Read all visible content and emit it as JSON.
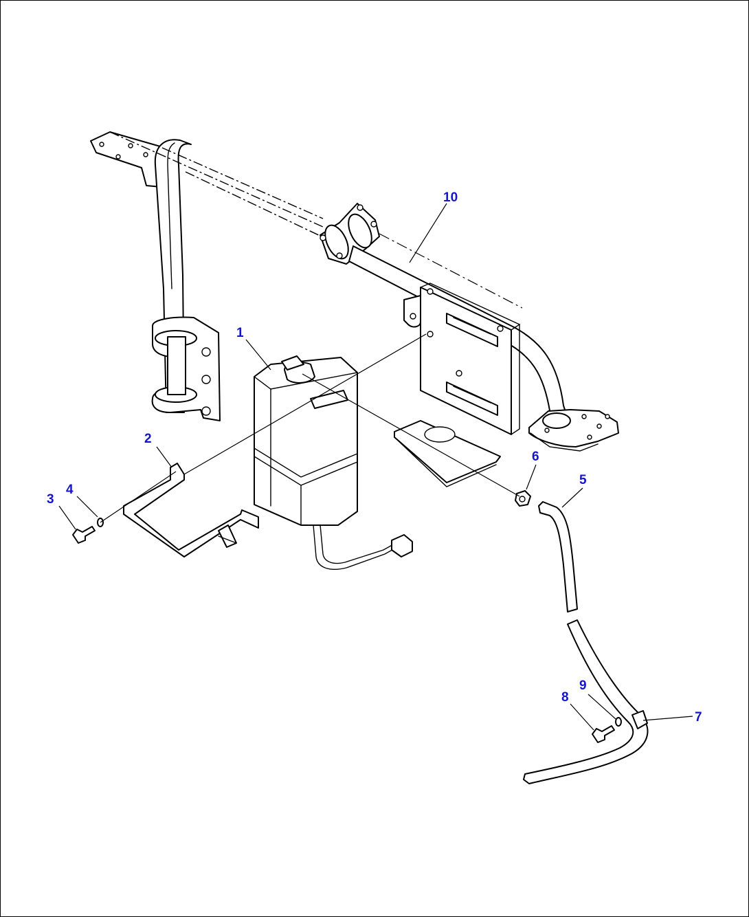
{
  "callouts": [
    {
      "id": "1",
      "label": "1"
    },
    {
      "id": "2",
      "label": "2"
    },
    {
      "id": "3",
      "label": "3"
    },
    {
      "id": "4",
      "label": "4"
    },
    {
      "id": "5",
      "label": "5"
    },
    {
      "id": "6",
      "label": "6"
    },
    {
      "id": "7",
      "label": "7"
    },
    {
      "id": "8",
      "label": "8"
    },
    {
      "id": "9",
      "label": "9"
    },
    {
      "id": "10",
      "label": "10"
    }
  ],
  "colors": {
    "callout": "#1515c8",
    "line": "#000000",
    "background": "#ffffff"
  }
}
